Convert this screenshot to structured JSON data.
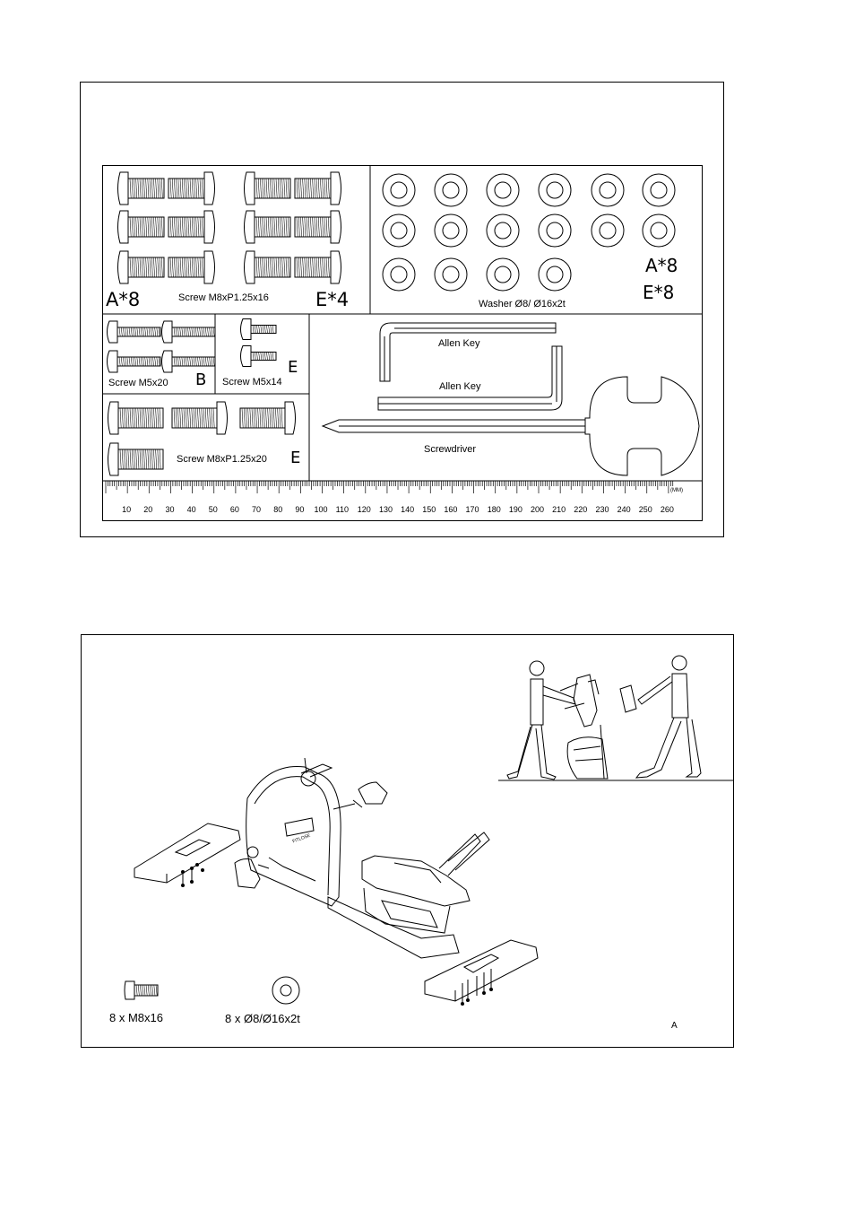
{
  "hardware": {
    "screws_m8x16": {
      "label": "Screw M8xP1.25x16",
      "code_a": "A*8",
      "code_e": "E*4"
    },
    "washers": {
      "label": "Washer   Ø8/  Ø16x2t",
      "code_a": "A*8",
      "code_e": "E*8"
    },
    "screws_m5x20": {
      "label": "Screw M5x20",
      "code": "B"
    },
    "screws_m5x14": {
      "label": "Screw M5x14",
      "code": "E"
    },
    "allen_key_1": {
      "label": "Allen Key"
    },
    "allen_key_2": {
      "label": "Allen Key"
    },
    "screwdriver": {
      "label": "Screwdriver"
    },
    "screws_m8x20": {
      "label": "Screw M8xP1.25x20",
      "code": "E"
    },
    "ruler": {
      "unit": "(MM)",
      "ticks": [
        "10",
        "20",
        "30",
        "40",
        "50",
        "60",
        "70",
        "80",
        "90",
        "100",
        "110",
        "120",
        "130",
        "140",
        "150",
        "160",
        "170",
        "180",
        "190",
        "200",
        "210",
        "220",
        "230",
        "240",
        "250",
        "260"
      ]
    }
  },
  "step": {
    "parts": [
      {
        "label": "8 x M8x16"
      },
      {
        "label": "8 x Ø8/Ø16x2t"
      }
    ],
    "step_letter": "A",
    "brand_mark": "FITLOSE"
  }
}
